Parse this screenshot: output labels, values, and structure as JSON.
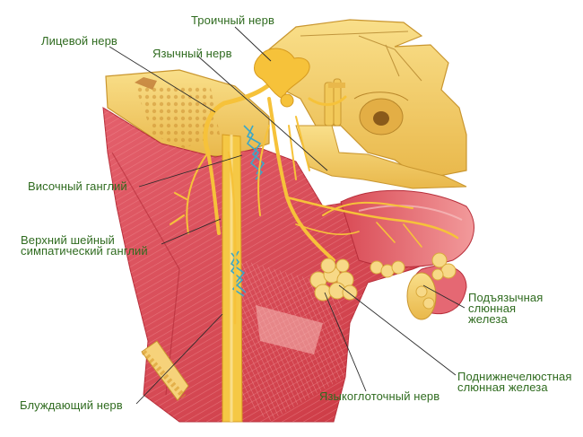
{
  "labels": {
    "trigeminal": "Троичный нерв",
    "facial": "Лицевой нерв",
    "lingual": "Язычный нерв",
    "temporal_ganglion": "Височный ганглий",
    "cervical_1": "Верхний шейный",
    "cervical_2": "симпатический ганглий",
    "sublingual_1": "Подъязычная",
    "sublingual_2": "слюнная",
    "sublingual_3": "железа",
    "submandibular_1": "Поднижнечелюстная",
    "submandibular_2": "слюнная железа",
    "glossopharyngeal": "Языкоглоточный нерв",
    "vagus": "Блуждающий нерв"
  },
  "colors": {
    "label": "#2f6b1f",
    "leader": "#2a2a2a",
    "bone": "#f3cf6a",
    "bone_shade": "#d9a93c",
    "muscle": "#d9495a",
    "muscle_light": "#ef8d90",
    "nerve": "#f6c23a",
    "gland": "#f7d987",
    "vessel": "#3aa7c9"
  }
}
